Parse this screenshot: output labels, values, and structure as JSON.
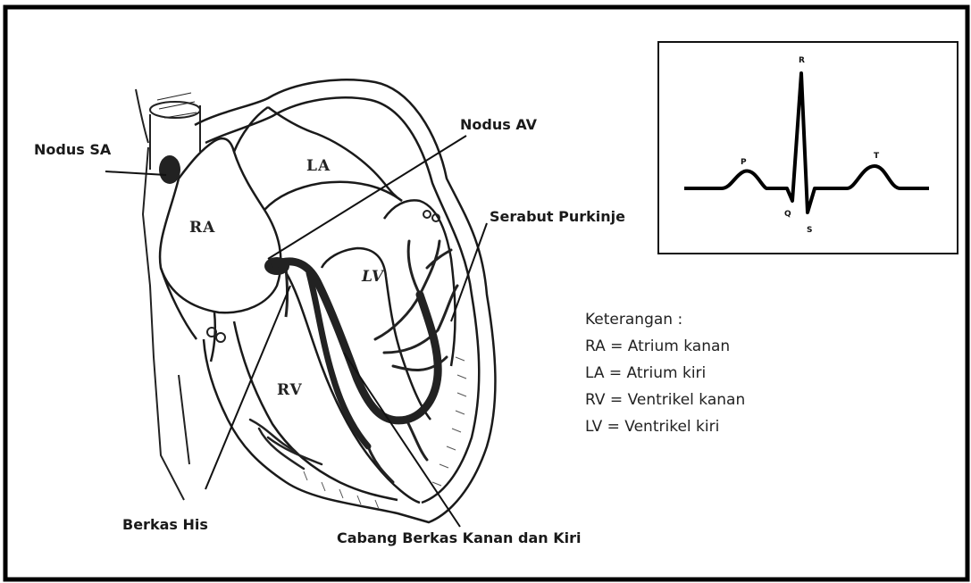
{
  "labels": {
    "nodus_sa": "Nodus SA",
    "nodus_av": "Nodus AV",
    "serabut_purkinje": "Serabut Purkinje",
    "berkas_his": "Berkas His",
    "cabang_berkas": "Cabang Berkas Kanan dan Kiri"
  },
  "chambers": {
    "ra": "RA",
    "la": "LA",
    "rv": "RV",
    "lv": "LV"
  },
  "legend": {
    "title": "Keterangan :",
    "items": [
      "RA = Atrium kanan",
      "LA = Atrium kiri",
      "RV = Ventrikel kanan",
      "LV = Ventrikel kiri"
    ]
  },
  "ecg": {
    "p": "P",
    "q": "Q",
    "r": "R",
    "s": "S",
    "t": "T"
  }
}
